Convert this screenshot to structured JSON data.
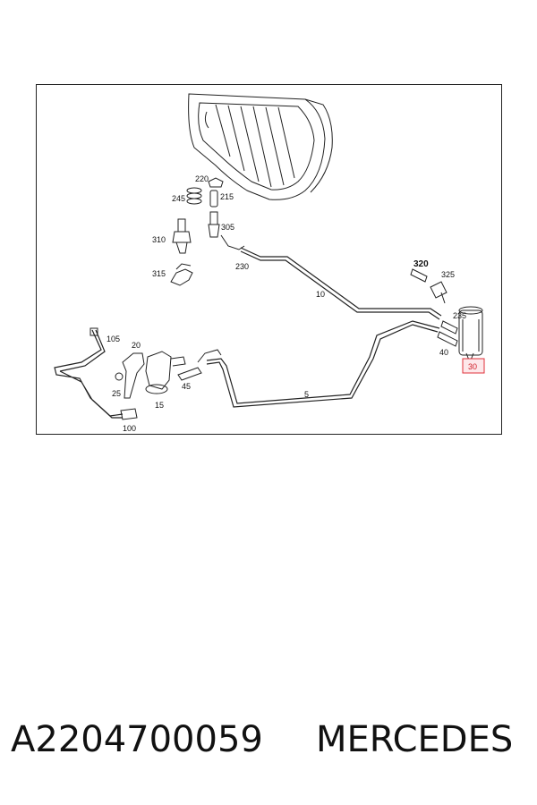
{
  "diagram": {
    "callouts": {
      "c5": "5",
      "c10": "10",
      "c15": "15",
      "c20": "20",
      "c25": "25",
      "c30": "30",
      "c40": "40",
      "c45": "45",
      "c100": "100",
      "c105": "105",
      "c215": "215",
      "c220": "220",
      "c230": "230",
      "c235": "235",
      "c245": "245",
      "c305": "305",
      "c310": "310",
      "c315": "315",
      "c320": "320",
      "c325": "325"
    },
    "highlight_color": "#e0303a"
  },
  "footer": {
    "part_number": "A2204700059",
    "brand": "MERCEDES"
  }
}
